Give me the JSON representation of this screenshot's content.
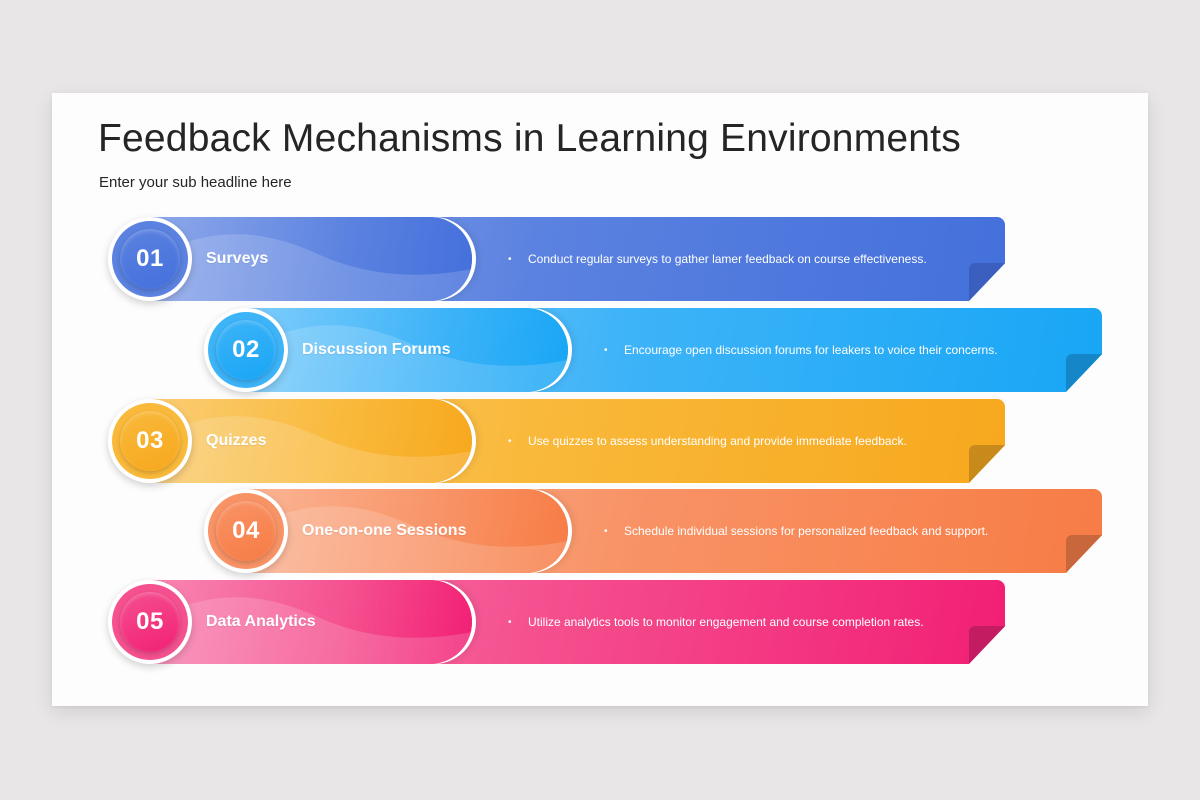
{
  "slide": {
    "title": "Feedback Mechanisms in Learning Environments",
    "subtitle": "Enter your sub headline here"
  },
  "items": [
    {
      "number": "01",
      "label": "Surveys",
      "description": "Conduct regular surveys to gather lamer feedback on course effectiveness.",
      "bullet": "•",
      "colors": {
        "light": "#8fa9ea",
        "main": "#5b82e0",
        "dark": "#4470dc",
        "fold": "#3a5fbf"
      }
    },
    {
      "number": "02",
      "label": "Discussion Forums",
      "description": "Encourage open discussion forums for leakers to voice their concerns.",
      "bullet": "•",
      "colors": {
        "light": "#7fcdfb",
        "main": "#3db3f8",
        "dark": "#18a6f5",
        "fold": "#1587c9"
      }
    },
    {
      "number": "03",
      "label": "Quizzes",
      "description": "Use quizzes to assess understanding and provide immediate feedback.",
      "bullet": "•",
      "colors": {
        "light": "#fbcd74",
        "main": "#f9b93a",
        "dark": "#f7a81e",
        "fold": "#c98a1c"
      }
    },
    {
      "number": "04",
      "label": "One-on-one Sessions",
      "description": "Schedule individual sessions for personalized feedback and support.",
      "bullet": "•",
      "colors": {
        "light": "#fbb595",
        "main": "#f89366",
        "dark": "#f77c45",
        "fold": "#c9673c"
      }
    },
    {
      "number": "05",
      "label": "Data Analytics",
      "description": "Utilize analytics tools to monitor engagement and course completion rates.",
      "bullet": "•",
      "colors": {
        "light": "#f887b4",
        "main": "#f5508f",
        "dark": "#f21f74",
        "fold": "#c41c60"
      }
    }
  ]
}
